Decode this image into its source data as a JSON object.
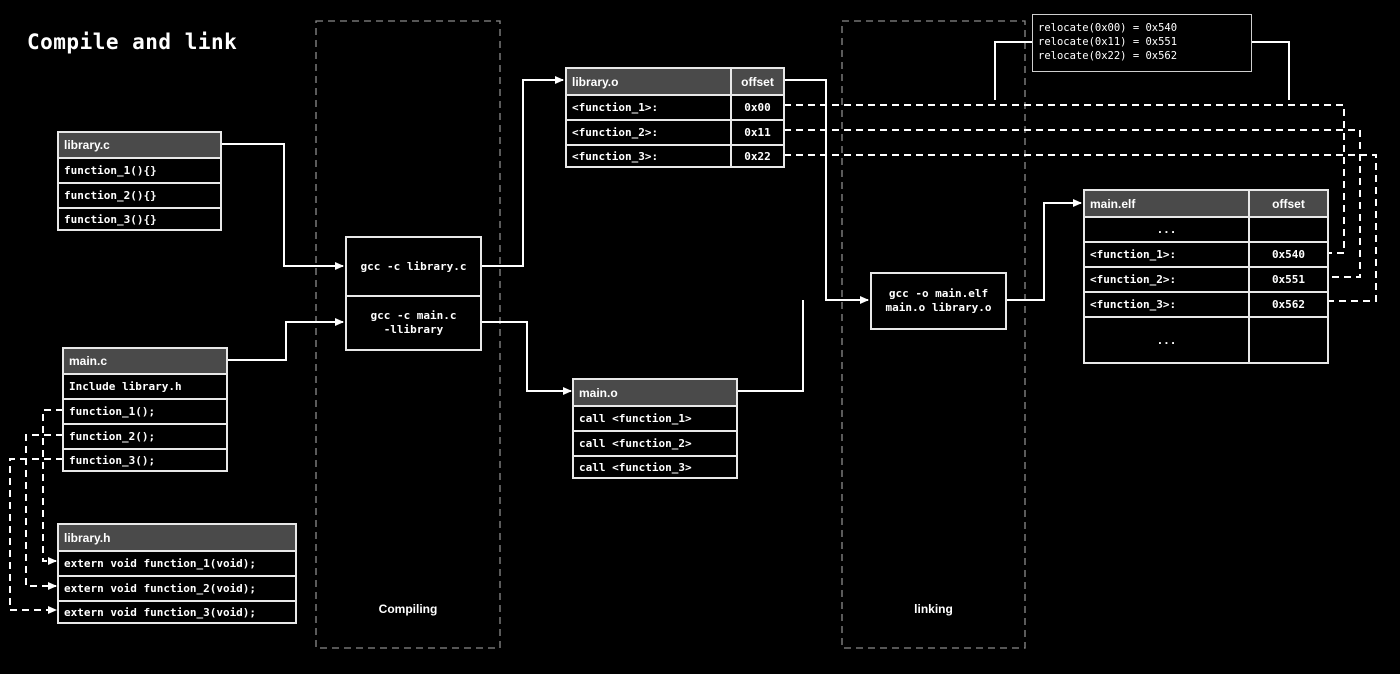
{
  "title": "Compile and link",
  "phases": {
    "compiling": "Compiling",
    "linking": "linking"
  },
  "library_c": {
    "header": "library.c",
    "rows": [
      "function_1(){}",
      "function_2(){}",
      "function_3(){}"
    ]
  },
  "main_c": {
    "header": "main.c",
    "rows": [
      "Include library.h",
      "function_1();",
      "function_2();",
      "function_3();"
    ]
  },
  "library_h": {
    "header": "library.h",
    "rows": [
      "extern void function_1(void);",
      "extern void function_2(void);",
      "extern void function_3(void);"
    ]
  },
  "compile_cmds": [
    "gcc -c library.c",
    "gcc -c main.c\n-llibrary"
  ],
  "library_o": {
    "header": "library.o",
    "offset_header": "offset",
    "rows": [
      {
        "name": "<function_1>:",
        "offset": "0x00"
      },
      {
        "name": "<function_2>:",
        "offset": "0x11"
      },
      {
        "name": "<function_3>:",
        "offset": "0x22"
      }
    ]
  },
  "main_o": {
    "header": "main.o",
    "rows": [
      "call <function_1>",
      "call <function_2>",
      "call <function_3>"
    ]
  },
  "link_cmd": "gcc -o main.elf\nmain.o library.o",
  "relocations": [
    "relocate(0x00) = 0x540",
    "relocate(0x11) = 0x551",
    "relocate(0x22) = 0x562"
  ],
  "main_elf": {
    "header": "main.elf",
    "offset_header": "offset",
    "top": "...",
    "rows": [
      {
        "name": "<function_1>:",
        "offset": "0x540"
      },
      {
        "name": "<function_2>:",
        "offset": "0x551"
      },
      {
        "name": "<function_3>:",
        "offset": "0x562"
      }
    ],
    "bottom": "..."
  },
  "colors": {
    "background": "#000000",
    "line": "#e8e8e8",
    "header_fill": "#4a4a4a",
    "phase_border": "#8a8a8a"
  }
}
